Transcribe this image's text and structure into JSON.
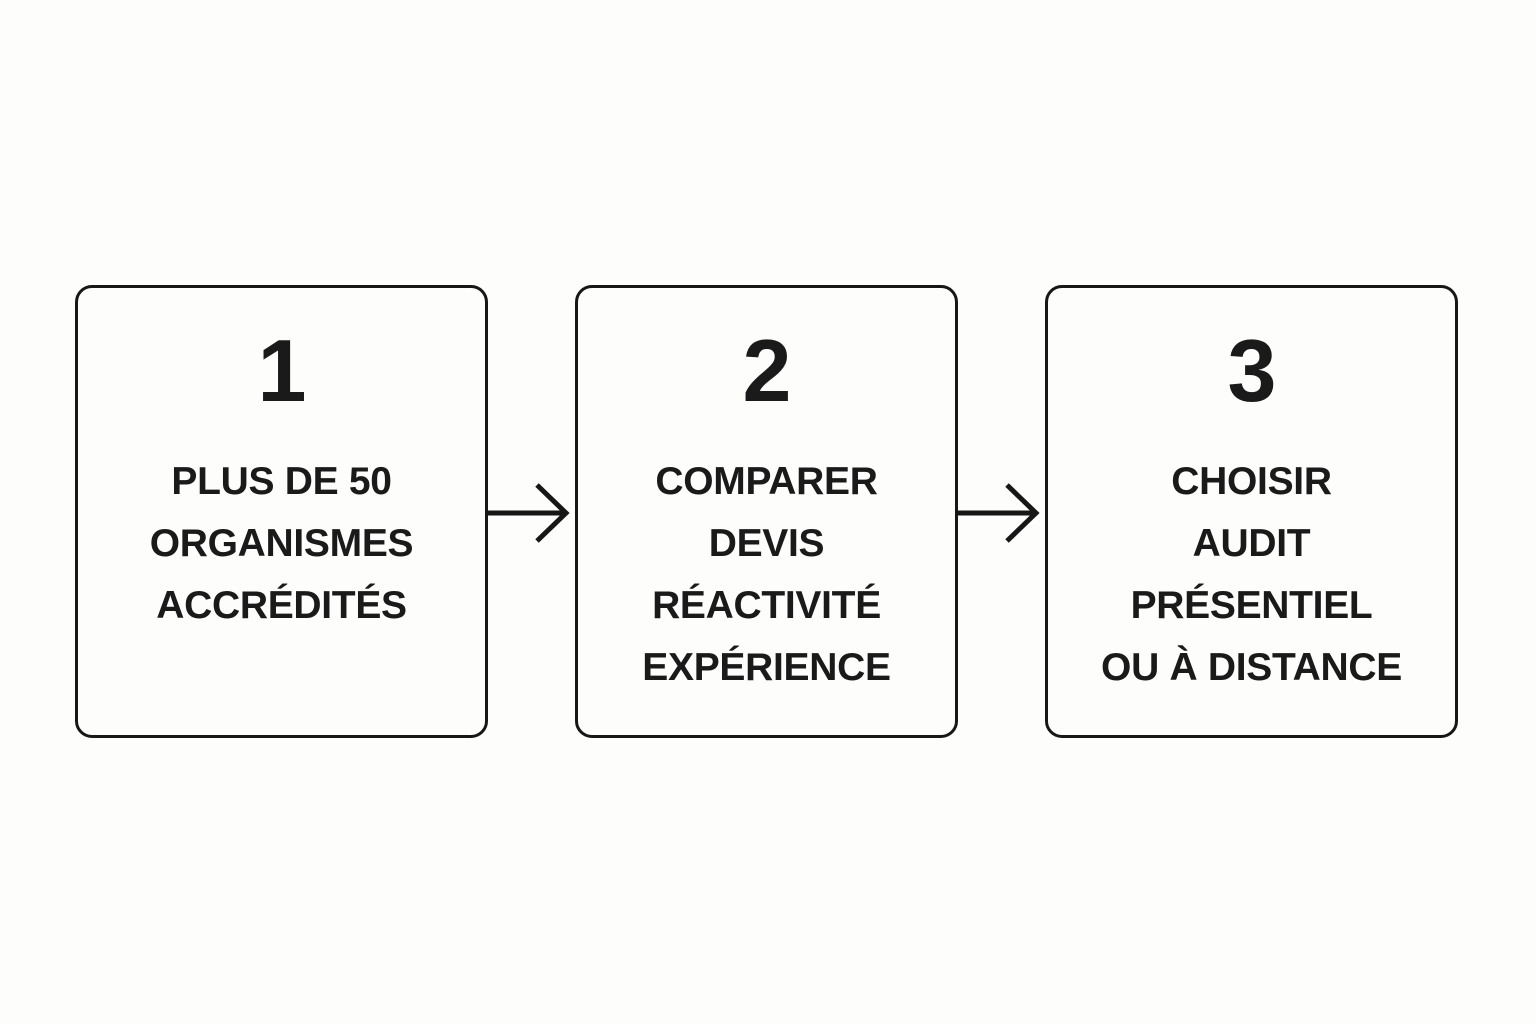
{
  "diagram": {
    "type": "process-flow",
    "orientation": "horizontal",
    "background_color": "#fdfdfc",
    "line_color": "#171717",
    "text_color": "#1a1a1a",
    "steps": [
      {
        "number": "1",
        "lines": [
          "PLUS DE 50",
          "ORGANISMES",
          "ACCRÉDITÉS"
        ]
      },
      {
        "number": "2",
        "lines": [
          "COMPARER",
          "DEVIS",
          "RÉACTIVITÉ",
          "EXPÉRIENCE"
        ]
      },
      {
        "number": "3",
        "lines": [
          "CHOISIR",
          "AUDIT",
          "PRÉSENTIEL",
          "OU À DISTANCE"
        ]
      }
    ],
    "connectors": [
      {
        "from": "1",
        "to": "2",
        "style": "arrow-right"
      },
      {
        "from": "2",
        "to": "3",
        "style": "arrow-right"
      }
    ]
  }
}
